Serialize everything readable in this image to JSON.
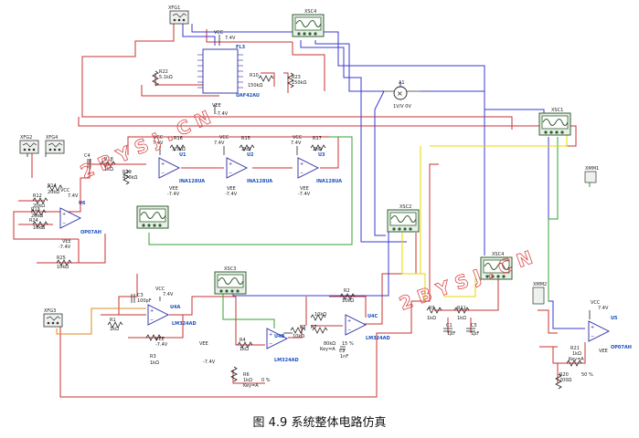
{
  "caption": "图 4.9  系统整体电路仿真",
  "watermark": "2 B Y S J . C N",
  "colors": {
    "red_wire": "#c83232",
    "blue_wire": "#3a3ad0",
    "green_wire": "#33a033",
    "yellow_wire": "#e6d800",
    "orange_wire": "#e08a20",
    "instrument_green": "#3c7a3c"
  },
  "instruments": {
    "xfg1": "XFG1",
    "xsc4_top": "XSC4",
    "xsc1": "XSC1",
    "xsc2": "XSC2",
    "xsc3": "XSC3",
    "xsc4_right": "XSC4",
    "xfg2": "XFG2",
    "xfg4": "XFG4",
    "xfg3": "XFG3",
    "xmm1": "XMM1",
    "xmm2": "XMM2"
  },
  "chips": {
    "fl3": "FL3",
    "uaf42": "UAF42AU",
    "fl3_vcc": "VCC",
    "fl3_v": "7.4V",
    "fl3_vee": "VEE",
    "fl3_mv": "-7.4V",
    "u1": "U1",
    "u1_type": "INA128UA",
    "u2": "U2",
    "u2_type": "INA128UA",
    "u3": "U3",
    "u3_type": "INA128UA",
    "u6": "U6",
    "u6_type": "OP07AH",
    "u5": "U5",
    "u5_type": "OP07AH",
    "u4a": "U4A",
    "u4a_type": "LM324AD",
    "u4b": "U4B",
    "u4b_type": "LM324AD",
    "u4c": "U4C",
    "u4c_type": "LM324AD"
  },
  "multiplier": {
    "name": "A1",
    "spec": "1V/V 0V"
  },
  "labels": {
    "vcc": "VCC",
    "vee": "VEE",
    "v74": "7.4V",
    "vm74": "-7.4V",
    "r22": "R22",
    "r22v": "5.1kΩ",
    "r10": "R10",
    "r10v": "150kΩ",
    "r23": "R23",
    "r23v": "150kΩ",
    "r16": "R16",
    "r16v": "3.3kΩ",
    "r15": "R15",
    "r15v": "2kΩ",
    "r17": "R17",
    "r17v": "2kΩ",
    "c4": "C4",
    "r18": "R18",
    "r18v": "1kΩ",
    "r19": "R19",
    "r19v": "470kΩ",
    "r14": "R14",
    "r14v": "20kΩ",
    "r12": "R12",
    "r12v": "20kΩ",
    "r13": "R13",
    "r13v": "20kΩ",
    "r24": "R24",
    "r24v": "10kΩ",
    "r25": "R25",
    "r25v": "10kΩ",
    "c3": "C3",
    "c3v": "100pF",
    "r1": "R1",
    "r1v": "1kΩ",
    "r3": "R3",
    "r3v": "1kΩ",
    "r4": "R4",
    "r4v": "1kΩ",
    "r6": "R6",
    "r6v": "1kΩ",
    "key_a": "Key=A",
    "pct0": "0 %",
    "r5": "R5",
    "r5v": "10kΩ",
    "r7": "R7",
    "r7v": "80kΩ",
    "pct15": "15 %",
    "key_a2": "Key=A",
    "c2": "C2",
    "c2v": "1nF",
    "r8v": "10kΩ",
    "r2": "R2",
    "r2v": "10kΩ",
    "r9": "R9",
    "r9v": "1kΩ",
    "r11": "R11",
    "r11v": "1kΩ",
    "c1": "C1",
    "c1v": "1pF",
    "c5": "C5",
    "c5v": "1pF",
    "r21": "R21",
    "r21v": "1kΩ",
    "key_a3": "Key=A",
    "pct50": "50 %",
    "r20": "R20",
    "r20v": "200Ω"
  }
}
